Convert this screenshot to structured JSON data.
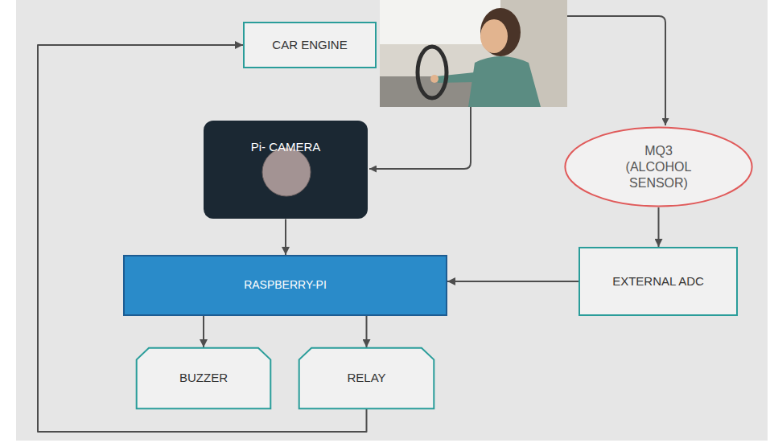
{
  "diagram": {
    "nodes": [
      {
        "text": [
          "CAR ENGINE"
        ]
      },
      {
        "text": [
          "Pi- CAMERA"
        ]
      },
      {
        "text": [
          "MQ3 (ALCOHOL SENSOR)"
        ]
      },
      {
        "text": [
          "RASPBERRY-PI"
        ]
      },
      {
        "text": [
          "EXTERNAL ADC"
        ]
      },
      {
        "text": [
          "BUZZER"
        ]
      },
      {
        "text": [
          "RELAY"
        ]
      }
    ],
    "edges": [
      {
        "from": 1,
        "to": 3,
        "arrow": "to"
      },
      {
        "from": 2,
        "to": 4,
        "arrow": "to"
      },
      {
        "from": 4,
        "to": 3,
        "arrow": "to"
      },
      {
        "from": 3,
        "to": 5,
        "arrow": "to"
      },
      {
        "from": 3,
        "to": 6,
        "arrow": "to"
      },
      {
        "from": 6,
        "to": 0,
        "arrow": "to"
      }
    ]
  }
}
